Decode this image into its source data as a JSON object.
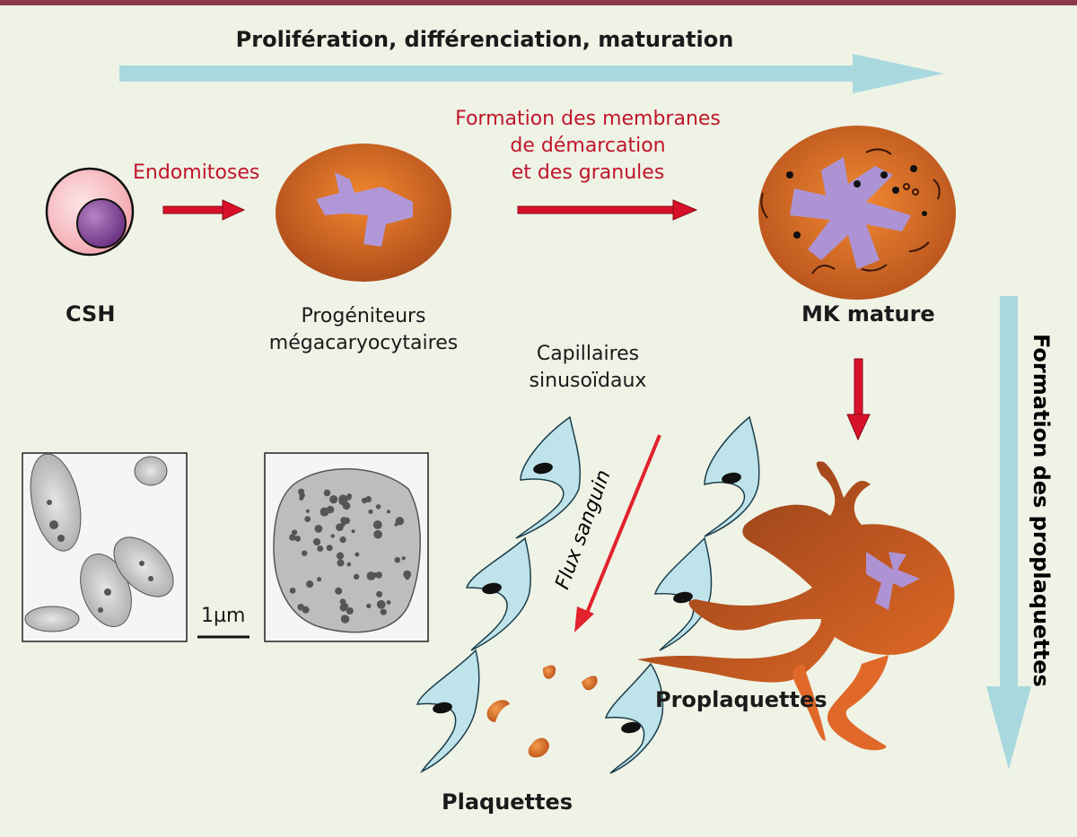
{
  "title_top": "Prolifération, différenciation, maturation",
  "title_right": "Formation des proplaquettes",
  "labels": {
    "endomitoses": "Endomitoses",
    "membranes": [
      "Formation des membranes",
      "de démarcation",
      "et des granules"
    ],
    "csh": "CSH",
    "progeniteurs": [
      "Progéniteurs",
      "mégacaryocytaires"
    ],
    "mk_mature": "MK mature",
    "capillaires": [
      "Capillaires",
      "sinusoïdaux"
    ],
    "flux": "Flux sanguin",
    "proplaquettes": "Proplaquettes",
    "plaquettes": "Plaquettes",
    "scale": "1µm"
  },
  "colors": {
    "arrow_blue": "#a9d9de",
    "arrow_red": "#d8112a",
    "cell_orange": "#e0752d",
    "nucleus": "#a88fd0",
    "endothelium": "#bfe3ea",
    "background": "#eef3e6"
  }
}
